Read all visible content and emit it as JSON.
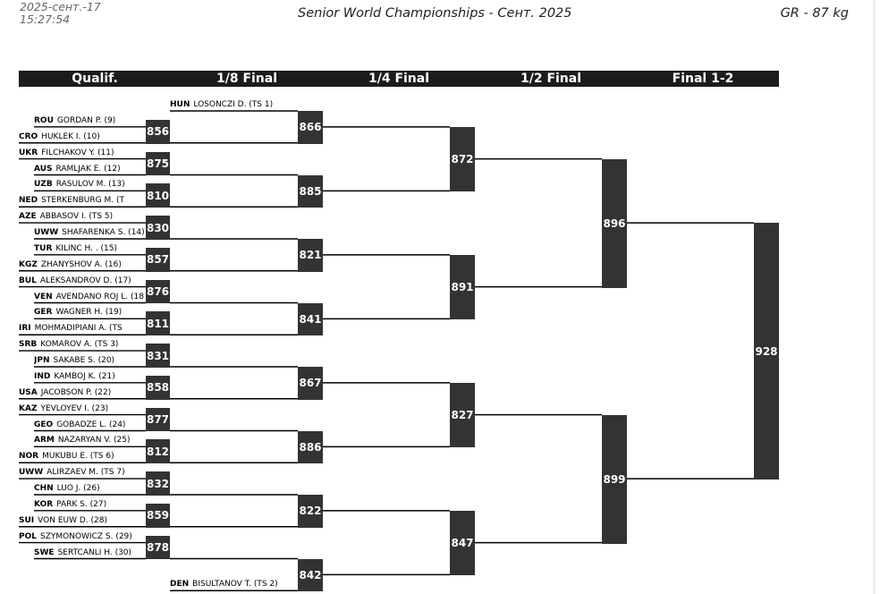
{
  "header": {
    "date": "2025-сент.-17",
    "time": "15:27:54",
    "title": "Senior World Championships - Сент. 2025",
    "category": "GR - 87 kg"
  },
  "rounds": [
    "Qualif.",
    "1/8 Final",
    "1/4 Final",
    "1/2 Final",
    "Final 1-2"
  ],
  "athletes": [
    {
      "nat": "HUN",
      "name": "LOSONCZI D. (TS 1)"
    },
    {
      "nat": "ROU",
      "name": "GORDAN P. (9)"
    },
    {
      "nat": "CRO",
      "name": "HUKLEK I. (10)"
    },
    {
      "nat": "UKR",
      "name": "FILCHAKOV Y. (11)"
    },
    {
      "nat": "AUS",
      "name": "RAMLJAK E. (12)"
    },
    {
      "nat": "UZB",
      "name": "RASULOV M. (13)"
    },
    {
      "nat": "NED",
      "name": "STERKENBURG M. (T"
    },
    {
      "nat": "AZE",
      "name": "ABBASOV I. (TS 5)"
    },
    {
      "nat": "UWW",
      "name": "SHAFARENKA S. (14)"
    },
    {
      "nat": "TUR",
      "name": "KILINC H. . (15)"
    },
    {
      "nat": "KGZ",
      "name": "ZHANYSHOV A. (16)"
    },
    {
      "nat": "BUL",
      "name": "ALEKSANDROV D. (17)"
    },
    {
      "nat": "VEN",
      "name": "AVENDANO ROJ L. (18)"
    },
    {
      "nat": "GER",
      "name": "WAGNER H. (19)"
    },
    {
      "nat": "IRI",
      "name": "MOHMADIPIANI A. (TS"
    },
    {
      "nat": "SRB",
      "name": "KOMAROV A. (TS 3)"
    },
    {
      "nat": "JPN",
      "name": "SAKABE S. (20)"
    },
    {
      "nat": "IND",
      "name": "KAMBOJ K. (21)"
    },
    {
      "nat": "USA",
      "name": "JACOBSON P. (22)"
    },
    {
      "nat": "KAZ",
      "name": "YEVLOYEV I. (23)"
    },
    {
      "nat": "GEO",
      "name": "GOBADZE L. (24)"
    },
    {
      "nat": "ARM",
      "name": "NAZARYAN V. (25)"
    },
    {
      "nat": "NOR",
      "name": "MUKUBU E. (TS 6)"
    },
    {
      "nat": "UWW",
      "name": "ALIRZAEV M. (TS 7)"
    },
    {
      "nat": "CHN",
      "name": "LUO J. (26)"
    },
    {
      "nat": "KOR",
      "name": "PARK S. (27)"
    },
    {
      "nat": "SUI",
      "name": "VON EUW D. (28)"
    },
    {
      "nat": "POL",
      "name": "SZYMONOWICZ S. (29)"
    },
    {
      "nat": "SWE",
      "name": "SERTCANLI H. (30)"
    },
    {
      "nat": "DEN",
      "name": "BISULTANOV T. (TS 2)"
    }
  ],
  "bouts": {
    "qualif": [
      "856",
      "875",
      "810",
      "830",
      "857",
      "876",
      "811",
      "831",
      "858",
      "877",
      "812",
      "832",
      "859",
      "878"
    ],
    "r16": [
      "866",
      "885",
      "821",
      "841",
      "867",
      "886",
      "822",
      "842"
    ],
    "qf": [
      "872",
      "891",
      "827",
      "847"
    ],
    "sf": [
      "896",
      "899"
    ],
    "final": [
      "928"
    ]
  }
}
